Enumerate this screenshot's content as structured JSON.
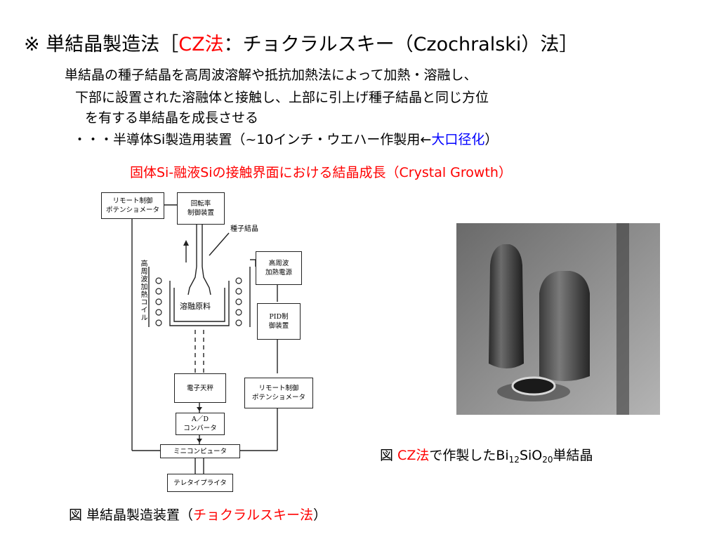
{
  "title": {
    "mark": "※ 単結晶製造法［",
    "cz": "CZ法",
    "rest": "：チョクラルスキー（Czochralski）法］"
  },
  "body": {
    "line1": "単結晶の種子結晶を高周波溶解や抵抗加熱法によって加熱・溶融し、",
    "line2": "下部に設置された溶融体と接触し、上部に引上げ種子結晶と同じ方位",
    "line3": "を有する単結晶を成長させる",
    "line4_pre": "・・・半導体Si製造用装置（~10インチ・ウエハー作製用←",
    "line4_blue": "大口径化",
    "line4_post": "）"
  },
  "highlight": "固体Si-融液Siの接触界面における結晶成長（Crystal Growth）",
  "diagram": {
    "remote_top_1": "リモート制御",
    "remote_top_2": "ポテンショメータ",
    "rot_1": "回転率",
    "rot_2": "制御装置",
    "seed": "種子結晶",
    "coil": "高周波加熱コイル",
    "hf_1": "高周波",
    "hf_2": "加熱電源",
    "melt": "溶融原料",
    "pid_1": "PID制",
    "pid_2": "御装置",
    "balance": "電子天秤",
    "remote_bot_1": "リモート制御",
    "remote_bot_2": "ポテンショメータ",
    "ad_1": "A／D",
    "ad_2": "コンバータ",
    "mini": "ミニコンピュータ",
    "tele": "テレタイプライタ"
  },
  "caption_left": {
    "pre": "図  単結晶製造装置（",
    "red": "チョクラルスキー法",
    "post": "）"
  },
  "caption_right": {
    "pre": "図  ",
    "red": "CZ法",
    "mid": "で作製したBi",
    "sub1": "12",
    "mid2": "SiO",
    "sub2": "20",
    "post": "単結晶"
  },
  "colors": {
    "accent_red": "#ff0000",
    "accent_blue": "#0000ff"
  }
}
